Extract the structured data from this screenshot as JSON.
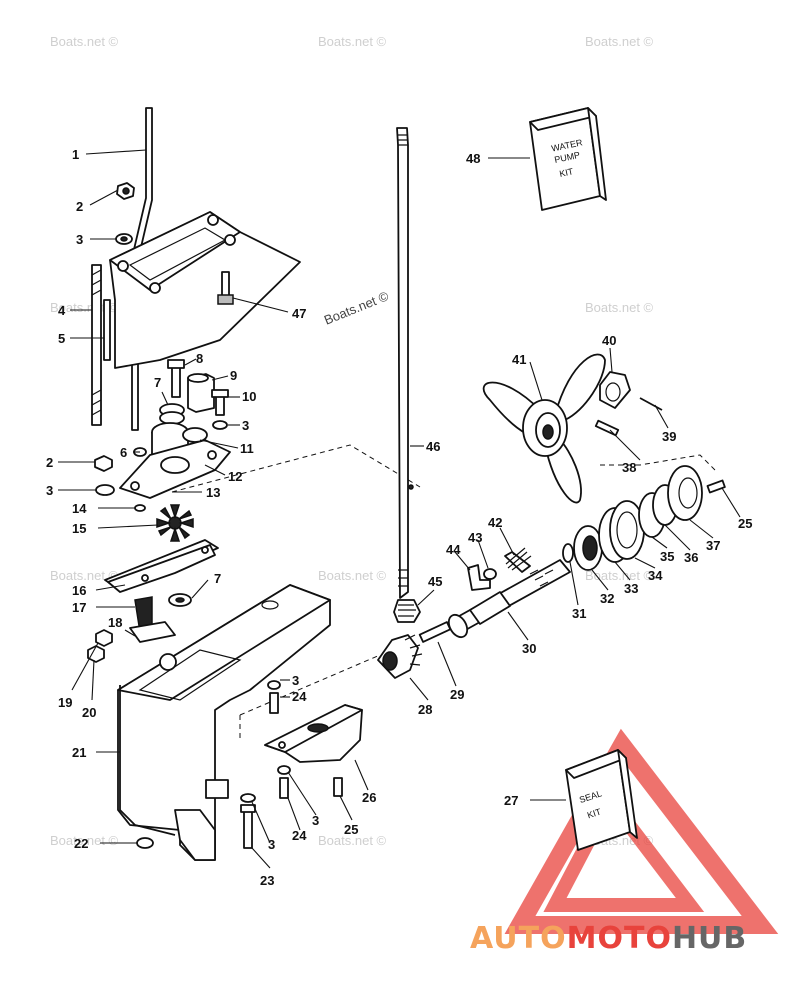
{
  "watermark": "Boats.net ©",
  "kits": {
    "water_pump": [
      "WATER",
      "PUMP",
      "KIT"
    ],
    "seal": [
      "SEAL",
      "KIT"
    ]
  },
  "brand": {
    "part1": "AUTO",
    "part2": "MOTO",
    "part3": "HUB",
    "color1": "#f5a35c",
    "color2": "#e8433c",
    "color3": "#666666"
  },
  "callouts": {
    "c1": "1",
    "c2a": "2",
    "c3a": "3",
    "c4": "4",
    "c5": "5",
    "c47": "47",
    "c8": "8",
    "c9": "9",
    "c7a": "7",
    "c10": "10",
    "c3b": "3",
    "c11": "11",
    "c6": "6",
    "c12": "12",
    "c2b": "2",
    "c3c": "3",
    "c13": "13",
    "c14": "14",
    "c15": "15",
    "c16": "16",
    "c7b": "7",
    "c17": "17",
    "c18": "18",
    "c19": "19",
    "c20": "20",
    "c21": "21",
    "c22": "22",
    "c23": "23",
    "c3d": "3",
    "c24a": "24",
    "c3e": "3",
    "c24b": "24",
    "c3f": "3",
    "c25a": "25",
    "c26": "26",
    "c27": "27",
    "c28": "28",
    "c29": "29",
    "c30": "30",
    "c31": "31",
    "c32": "32",
    "c33": "33",
    "c34": "34",
    "c35": "35",
    "c36": "36",
    "c37": "37",
    "c25b": "25",
    "c38": "38",
    "c39": "39",
    "c40": "40",
    "c41": "41",
    "c42": "42",
    "c43": "43",
    "c44": "44",
    "c45": "45",
    "c46": "46",
    "c48": "48"
  }
}
